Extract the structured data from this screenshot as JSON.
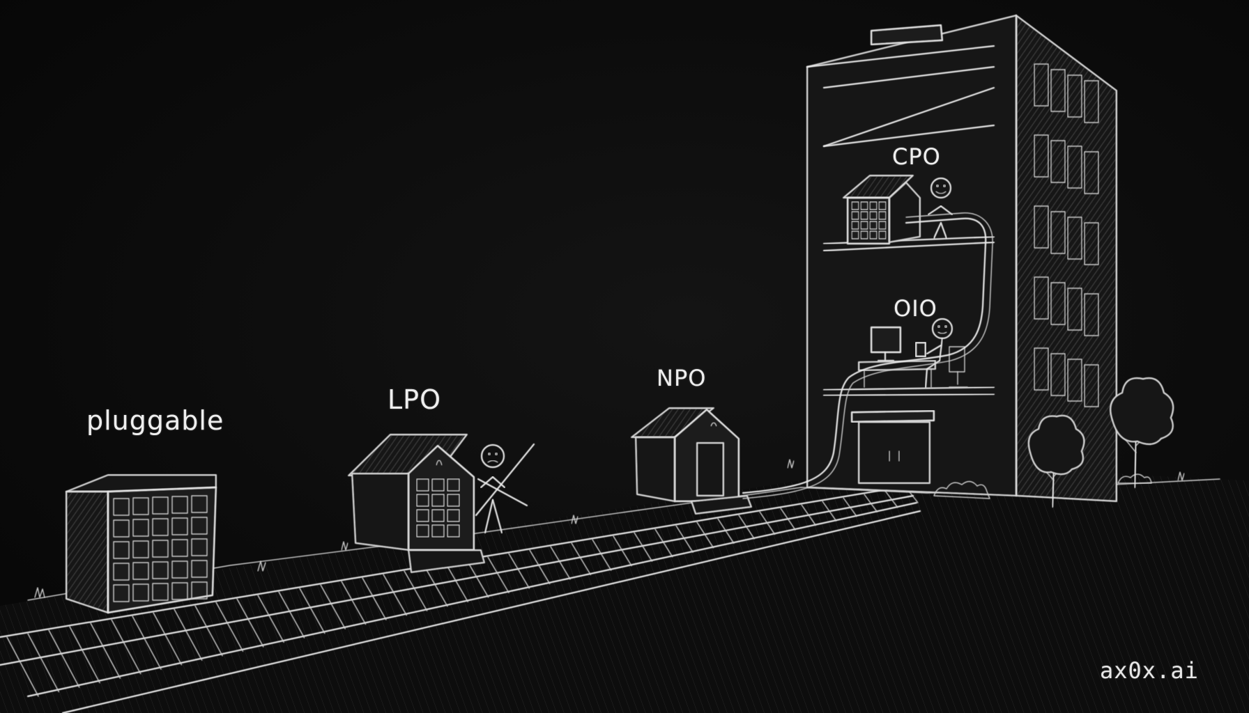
{
  "labels": {
    "pluggable": "pluggable",
    "lpo": "LPO",
    "npo": "NPO",
    "cpo": "CPO",
    "oio": "OIO"
  },
  "watermark": "ax0x.ai",
  "colors": {
    "background": "#0b0b0b",
    "chalk": "#e9e9e9"
  }
}
